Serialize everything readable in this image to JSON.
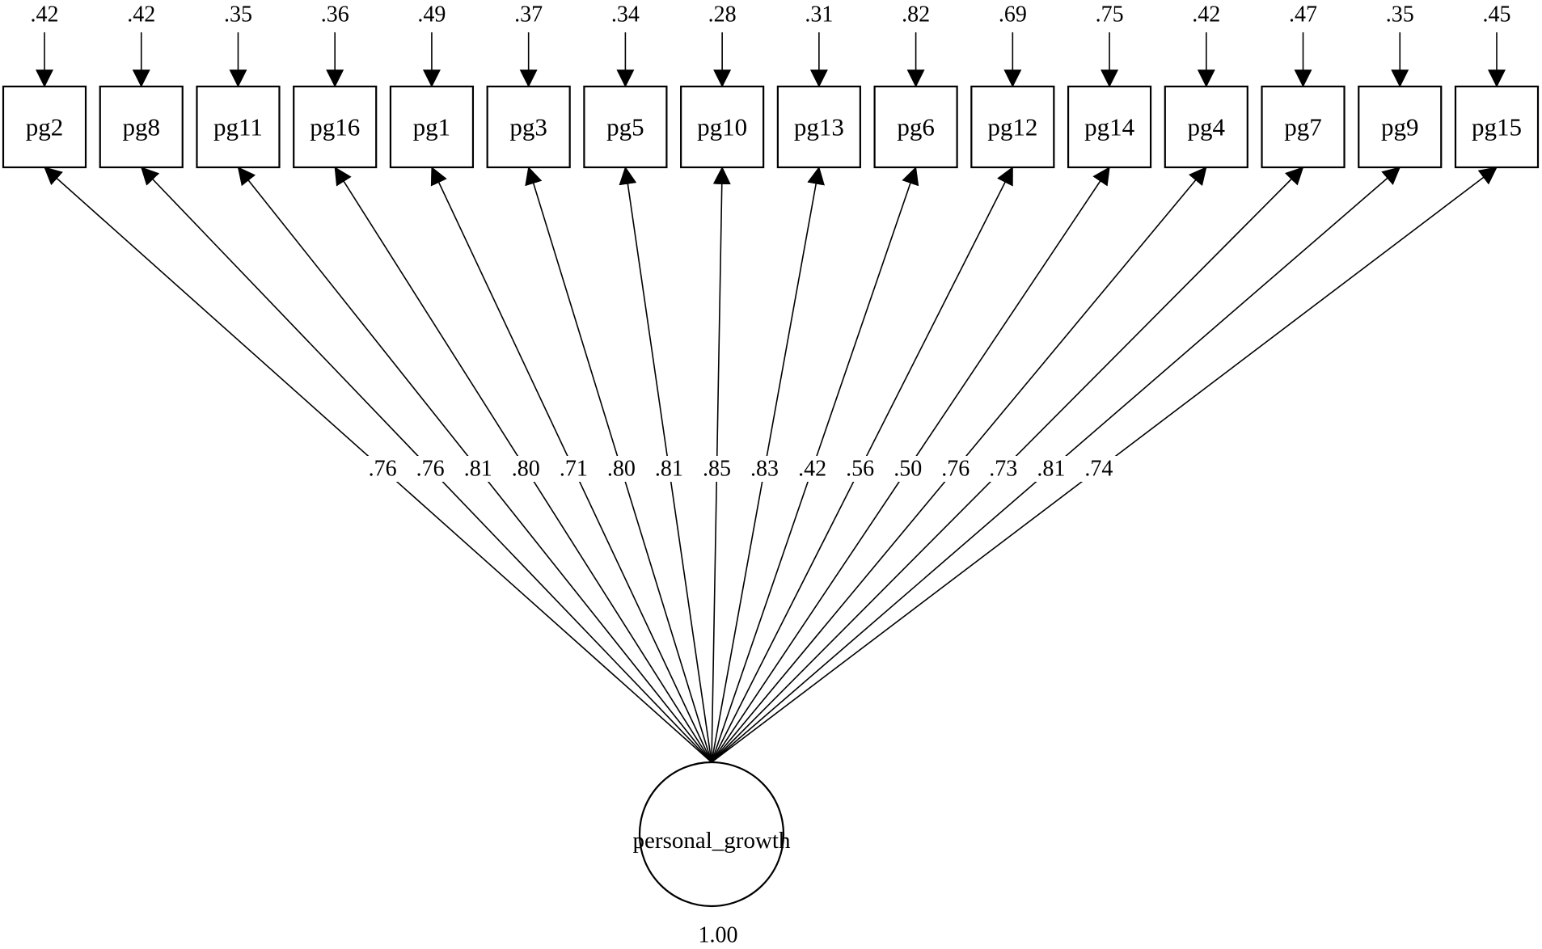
{
  "diagram": {
    "latent": {
      "label": "personal_growth",
      "variance": "1.00"
    },
    "indicators": [
      {
        "label": "pg2",
        "error_variance": ".42",
        "loading": ".76"
      },
      {
        "label": "pg8",
        "error_variance": ".42",
        "loading": ".76"
      },
      {
        "label": "pg11",
        "error_variance": ".35",
        "loading": ".81"
      },
      {
        "label": "pg16",
        "error_variance": ".36",
        "loading": ".80"
      },
      {
        "label": "pg1",
        "error_variance": ".49",
        "loading": ".71"
      },
      {
        "label": "pg3",
        "error_variance": ".37",
        "loading": ".80"
      },
      {
        "label": "pg5",
        "error_variance": ".34",
        "loading": ".81"
      },
      {
        "label": "pg10",
        "error_variance": ".28",
        "loading": ".85"
      },
      {
        "label": "pg13",
        "error_variance": ".31",
        "loading": ".83"
      },
      {
        "label": "pg6",
        "error_variance": ".82",
        "loading": ".42"
      },
      {
        "label": "pg12",
        "error_variance": ".69",
        "loading": ".56"
      },
      {
        "label": "pg14",
        "error_variance": ".75",
        "loading": ".50"
      },
      {
        "label": "pg4",
        "error_variance": ".42",
        "loading": ".76"
      },
      {
        "label": "pg7",
        "error_variance": ".47",
        "loading": ".73"
      },
      {
        "label": "pg9",
        "error_variance": ".35",
        "loading": ".81"
      },
      {
        "label": "pg15",
        "error_variance": ".45",
        "loading": ".74"
      }
    ]
  }
}
